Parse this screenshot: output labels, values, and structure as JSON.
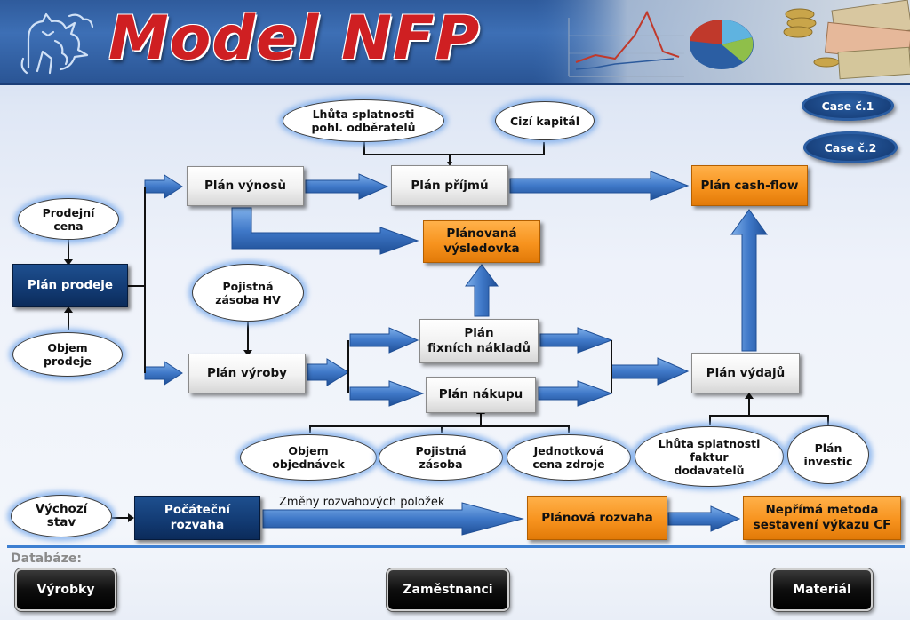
{
  "header": {
    "title": "Model NFP"
  },
  "nodes": {
    "plan_vynosu": "Plán výnosů",
    "plan_prijmu": "Plán příjmů",
    "plan_cash_flow": "Plán cash-flow",
    "planovana_vysledovka_1": "Plánovaná",
    "planovana_vysledovka_2": "výsledovka",
    "plan_prodeje": "Plán prodeje",
    "plan_vyroby": "Plán výroby",
    "plan_fixnich_1": "Plán",
    "plan_fixnich_2": "fixních nákladů",
    "plan_nakupu": "Plán nákupu",
    "plan_vydaju": "Plán výdajů",
    "pocatecni_rozvaha_1": "Počáteční",
    "pocatecni_rozvaha_2": "rozvaha",
    "planova_rozvaha": "Plánová rozvaha",
    "neprima_metoda_1": "Nepřímá metoda",
    "neprima_metoda_2": "sestavení výkazu CF"
  },
  "inputs": {
    "lhuta_odberatelu_1": "Lhůta splatnosti",
    "lhuta_odberatelu_2": "pohl. odběratelů",
    "cizi_kapital": "Cizí kapitál",
    "prodejni_cena_1": "Prodejní",
    "prodejni_cena_2": "cena",
    "objem_prodeje_1": "Objem",
    "objem_prodeje_2": "prodeje",
    "pojistna_zasoba_hv_1": "Pojistná",
    "pojistna_zasoba_hv_2": "zásoba HV",
    "objem_objednavek_1": "Objem",
    "objem_objednavek_2": "objednávek",
    "pojistna_zasoba_1": "Pojistná",
    "pojistna_zasoba_2": "zásoba",
    "jednotkova_cena_1": "Jednotková",
    "jednotkova_cena_2": "cena zdroje",
    "lhuta_dodavatelu_1": "Lhůta splatnosti",
    "lhuta_dodavatelu_2": "faktur",
    "lhuta_dodavatelu_3": "dodavatelů",
    "plan_investic_1": "Plán",
    "plan_investic_2": "investic",
    "vychozi_stav_1": "Výchozí",
    "vychozi_stav_2": "stav"
  },
  "labels": {
    "zmeny_rozvahovych": "Změny rozvahových položek",
    "databaze": "Databáze:"
  },
  "cases": {
    "case1": "Case č.1",
    "case2": "Case č.2"
  },
  "buttons": {
    "vyrobky": "Výrobky",
    "zamestnanci": "Zaměstnanci",
    "material": "Materiál"
  },
  "colors": {
    "arrow": "#3f78c8",
    "orange": "#f7931e",
    "navy": "#123a72",
    "title_red": "#cf1f22"
  }
}
